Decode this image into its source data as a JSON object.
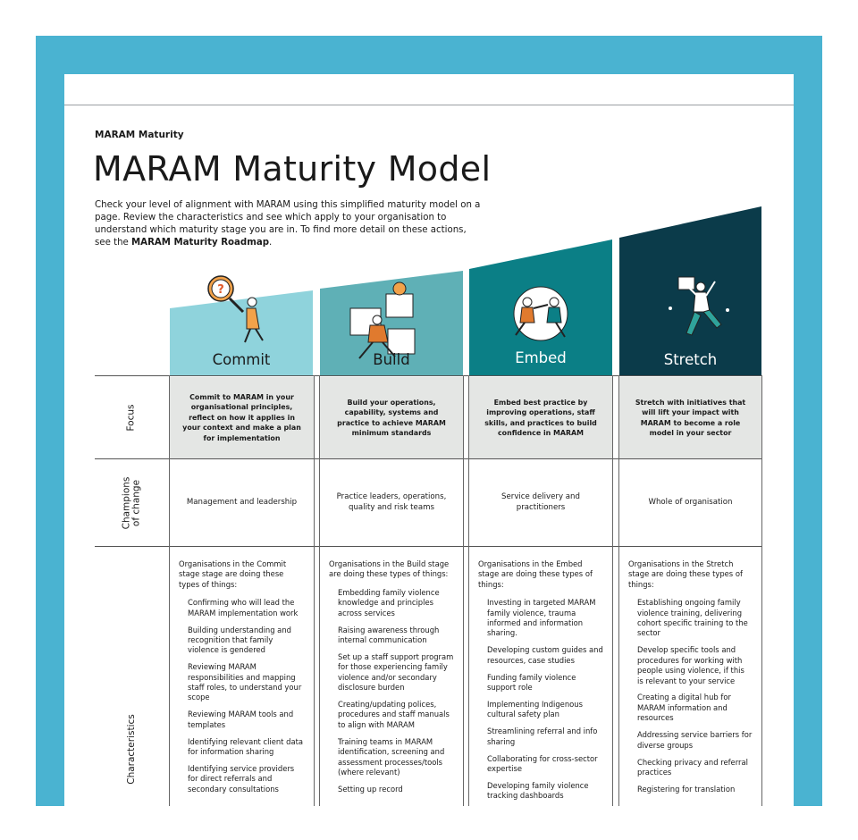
{
  "header": {
    "kicker": "MARAM Maturity",
    "title": "MARAM Maturity Model",
    "intro_text": "Check your level of alignment with MARAM using this simplified maturity model on a page. Review the characteristics and see which apply to your organisation to understand which maturity stage you are in. To find more detail on these actions, see the ",
    "intro_link": "MARAM Maturity Roadmap",
    "intro_end": "."
  },
  "colors": {
    "frame": "#4ab3d1",
    "commit": "#8fd3dc",
    "build": "#5fb0b6",
    "embed": "#0b7f86",
    "stretch": "#0b3b4a",
    "focus_bg": "#e4e6e4"
  },
  "row_labels": {
    "focus": "Focus",
    "champions_line1": "Champions",
    "champions_line2": "of change",
    "characteristics": "Characteristics"
  },
  "stages": [
    {
      "name": "Commit",
      "illustration_icon": "question-magnifier-figure-icon",
      "focus": "Commit to MARAM in your organisational principles, reflect on how it applies in your context and make a plan for implementation",
      "champions": "Management and leadership",
      "char_lead": "Organisations in the Commit stage stage are doing these types of things:",
      "items": [
        "Confirming who will lead the MARAM implementation work",
        "Building understanding and  recognition that family violence is gendered",
        "Reviewing MARAM responsibilities and mapping staff roles, to understand your scope",
        "Reviewing MARAM tools and templates",
        "Identifying relevant client data for information sharing",
        "Identifying service providers for direct referrals and secondary consultations"
      ]
    },
    {
      "name": "Build",
      "illustration_icon": "puzzle-figure-icon",
      "focus": "Build your operations, capability, systems and practice to achieve MARAM minimum standards",
      "champions": "Practice leaders, operations, quality and risk teams",
      "char_lead": "Organisations in the Build stage are doing these types of things:",
      "items": [
        "Embedding family violence knowledge and principles across services",
        "Raising awareness through internal communication",
        "Set up a staff support program for those experiencing family violence and/or secondary disclosure burden",
        "Creating/updating polices, procedures and staff manuals to align with MARAM",
        "Training teams in MARAM identification, screening and assessment processes/tools (where relevant)",
        "Setting up record"
      ]
    },
    {
      "name": "Embed",
      "illustration_icon": "team-circle-figure-icon",
      "focus": "Embed best practice by improving operations, staff skills, and practices to build confidence in MARAM",
      "champions": "Service delivery and practitioners",
      "char_lead": "Organisations in the Embed stage are doing these types of things:",
      "items": [
        "Investing in targeted MARAM family violence, trauma informed and information sharing.",
        "Developing custom guides and resources, case studies",
        "Funding family violence support role",
        "Implementing Indigenous cultural safety plan",
        "Streamlining referral and info sharing",
        "Collaborating for cross-sector expertise",
        "Developing family violence tracking dashboards"
      ]
    },
    {
      "name": "Stretch",
      "illustration_icon": "stretch-figure-icon",
      "focus": "Stretch with initiatives that will lift your impact with MARAM to become a role model in your sector",
      "champions": "Whole of organisation",
      "char_lead": "Organisations in the Stretch stage are doing these types of things:",
      "items": [
        "Establishing ongoing family violence training, delivering cohort specific training to the sector",
        "Develop specific tools and procedures for working with people using violence, if this is relevant to your service",
        "Creating a digital hub for MARAM information and resources",
        "Addressing service barriers for diverse groups",
        "Checking privacy and referral practices",
        "Registering for translation"
      ]
    }
  ]
}
